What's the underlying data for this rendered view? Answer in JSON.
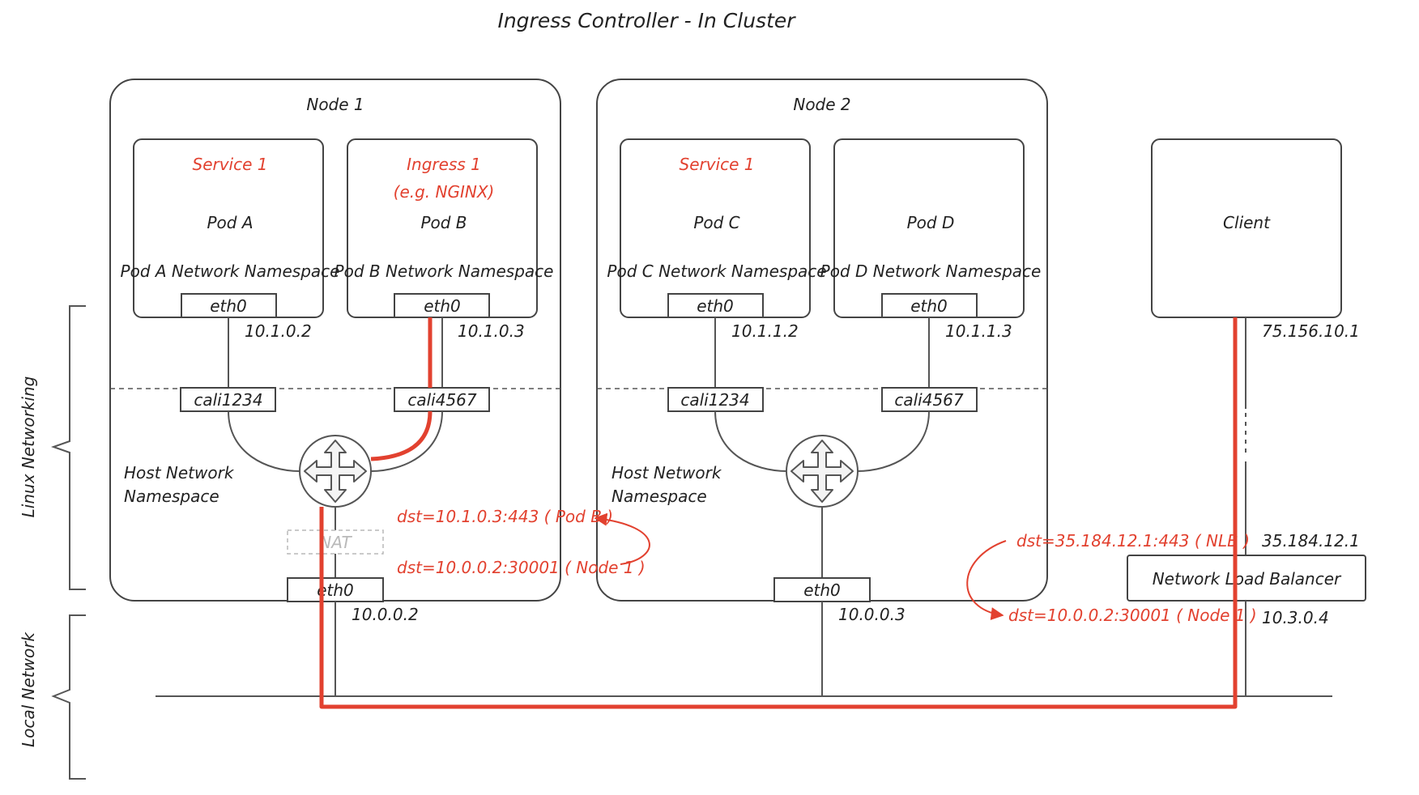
{
  "title": "Ingress Controller - In Cluster",
  "side_labels": {
    "linux_networking": "Linux Networking",
    "local_network": "Local Network"
  },
  "nodes": [
    {
      "name": "Node 1",
      "host_namespace": [
        "Host Network",
        "Namespace"
      ],
      "eth0": "eth0",
      "ip": "10.0.0.2",
      "nat": "NAT",
      "pods": [
        {
          "role": [
            "Service 1"
          ],
          "name": "Pod A",
          "namespace": "Pod A Network Namespace",
          "eth0": "eth0",
          "ip": "10.1.0.2",
          "veth": "cali1234"
        },
        {
          "role": [
            "Ingress 1",
            "(e.g. NGINX)"
          ],
          "name": "Pod B",
          "namespace": "Pod B Network Namespace",
          "eth0": "eth0",
          "ip": "10.1.0.3",
          "veth": "cali4567"
        }
      ]
    },
    {
      "name": "Node 2",
      "host_namespace": [
        "Host Network",
        "Namespace"
      ],
      "eth0": "eth0",
      "ip": "10.0.0.3",
      "pods": [
        {
          "role": [
            "Service 1"
          ],
          "name": "Pod C",
          "namespace": "Pod C Network Namespace",
          "eth0": "eth0",
          "ip": "10.1.1.2",
          "veth": "cali1234"
        },
        {
          "role": [],
          "name": "Pod D",
          "namespace": "Pod D Network Namespace",
          "eth0": "eth0",
          "ip": "10.1.1.3",
          "veth": "cali4567"
        }
      ]
    }
  ],
  "client": {
    "name": "Client",
    "ip": "75.156.10.1"
  },
  "nlb": {
    "name": "Network Load Balancer",
    "public_ip": "35.184.12.1",
    "private_ip": "10.3.0.4"
  },
  "annotations": {
    "nat_dst_after": "dst=10.1.0.3:443 ( Pod B )",
    "nat_dst_before": "dst=10.0.0.2:30001 ( Node 1 )",
    "nlb_dst_before": "dst=35.184.12.1:443 ( NLB )",
    "nlb_dst_after": "dst=10.0.0.2:30001 ( Node 1 )"
  },
  "colors": {
    "accent": "#e2412f",
    "line": "#555555",
    "text": "#222222"
  }
}
